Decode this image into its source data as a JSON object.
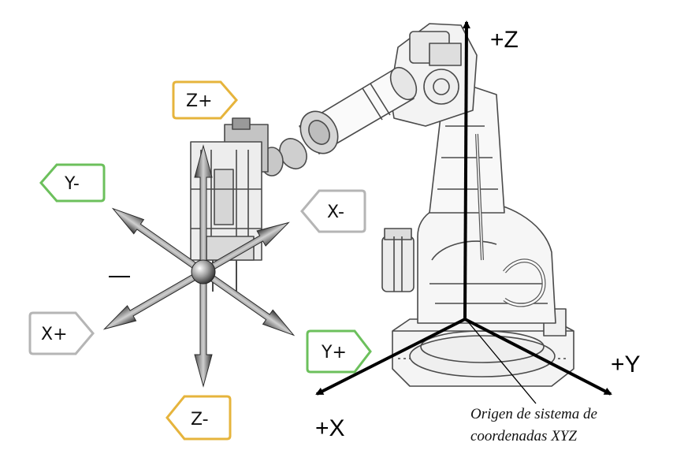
{
  "jog_labels": {
    "z_plus": "Z+",
    "z_minus": "Z-",
    "y_minus": "Y-",
    "y_plus": "Y+",
    "x_minus": "X-",
    "x_plus": "X+"
  },
  "axis_labels": {
    "z": "+Z",
    "y": "+Y",
    "x": "+X"
  },
  "origin_note": {
    "line1": "Origen de sistema de",
    "line2": "coordenadas XYZ"
  },
  "colors": {
    "z_tag": "#e6b43c",
    "y_tag": "#6cc05c",
    "x_tag": "#b5b5b5",
    "axis": "#000000",
    "robot_line": "#4a4a4a",
    "arrow_dark": "#3c3c3c",
    "arrow_light": "#d8d8d8"
  }
}
